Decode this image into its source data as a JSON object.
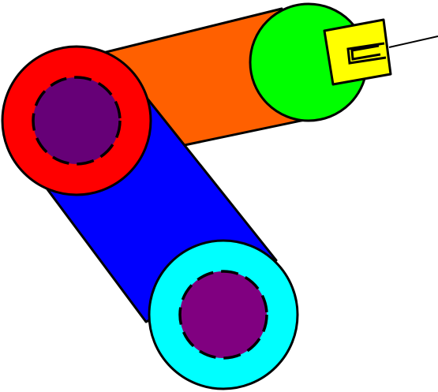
{
  "diagram": {
    "colors": {
      "background": "#ffffff",
      "outline": "#000000",
      "upper_link": "#ff6000",
      "lower_link": "#0000ff",
      "shoulder_joint_ring": "#ff0000",
      "elbow_joint_ring": "#00ffff",
      "joint_hub": "#800080",
      "shoulder_hub": "#660077",
      "wrist_joint": "#00ff00",
      "gripper": "#ffff00"
    },
    "parts": [
      "upper-link",
      "lower-link",
      "shoulder-joint",
      "elbow-joint",
      "wrist-joint",
      "gripper",
      "tool-wire"
    ]
  }
}
